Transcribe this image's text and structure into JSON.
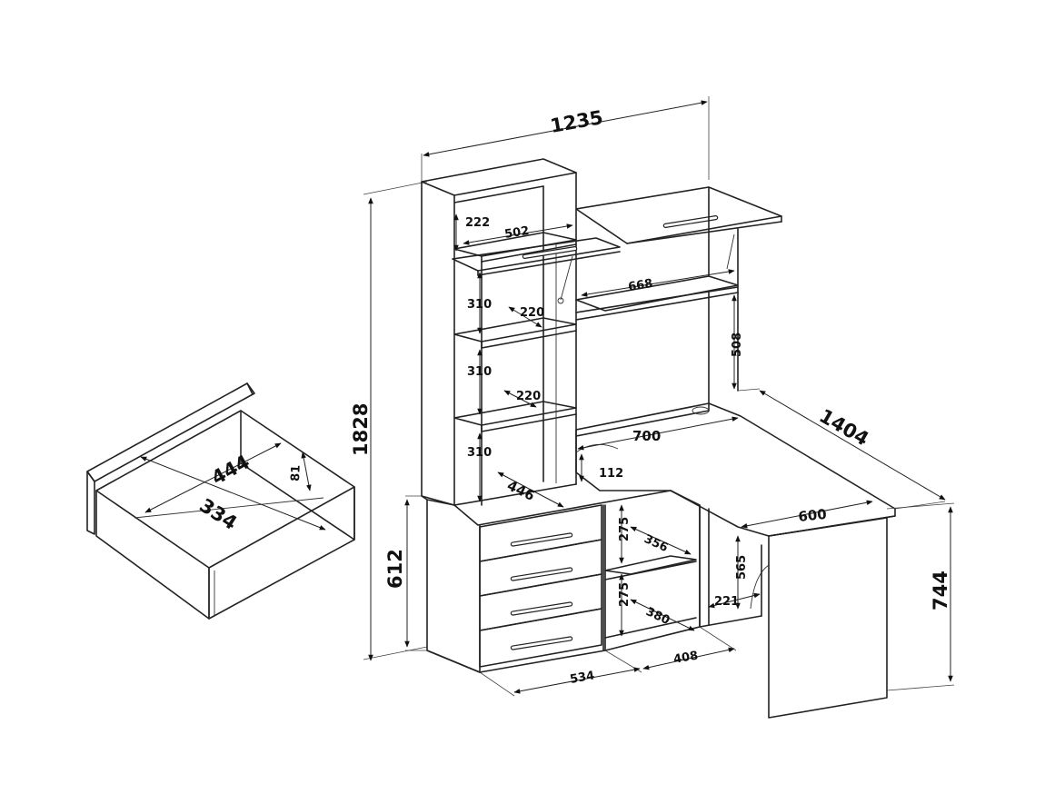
{
  "dimensions": {
    "overall_width": "1235",
    "overall_height": "1828",
    "desk_depth": "1404",
    "cabinet_height": "612",
    "desk_height": "744",
    "top_shelf": "222",
    "top_width": "502",
    "upper_shelf_width": "668",
    "shelf_1": "310",
    "shelf_2": "310",
    "shelf_3": "310",
    "shelf_depth_1": "220",
    "shelf_depth_2": "220",
    "rear_height": "508",
    "desk_top_width": "700",
    "corner": "112",
    "tower_depth": "446",
    "return_width": "600",
    "niche_1": "275",
    "niche_2": "275",
    "niche_depth_1": "356",
    "niche_depth_2": "380",
    "leg_height": "565",
    "leg_depth": "221",
    "cabinet_width": "534",
    "niche_width": "408",
    "drawer_width": "444",
    "drawer_depth": "334",
    "drawer_height": "81"
  }
}
